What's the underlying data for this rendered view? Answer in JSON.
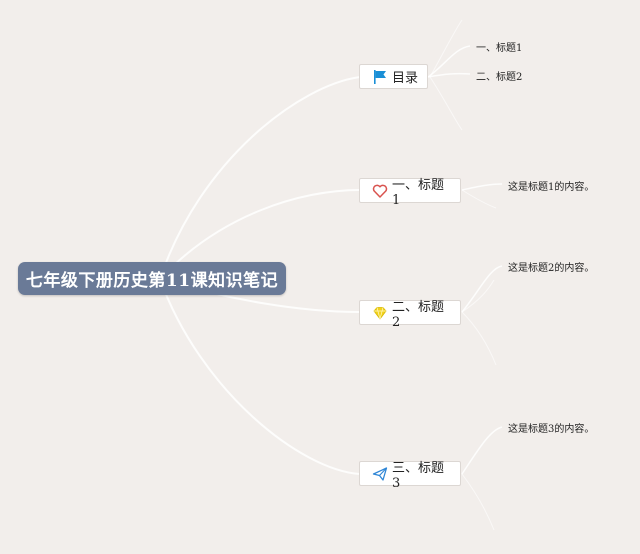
{
  "root": {
    "label": "七年级下册历史第11课知识笔记"
  },
  "toc": {
    "label": "目录",
    "icon": "flag-icon",
    "items": [
      "一、标题1",
      "二、标题2"
    ]
  },
  "sections": [
    {
      "label": "一、标题1",
      "icon": "heart-icon",
      "content": "这是标题1的内容。"
    },
    {
      "label": "二、标题2",
      "icon": "diamond-icon",
      "content": "这是标题2的内容。"
    },
    {
      "label": "三、标题3",
      "icon": "paper-plane-icon",
      "content": "这是标题3的内容。"
    }
  ],
  "colors": {
    "background": "#f2eeeb",
    "root_fill": "#6a7a97",
    "link": "#ffffff",
    "flag": "#1a8fd6",
    "heart": "#d9534f",
    "diamond": "#f2d21b",
    "plane": "#2f86d6"
  }
}
